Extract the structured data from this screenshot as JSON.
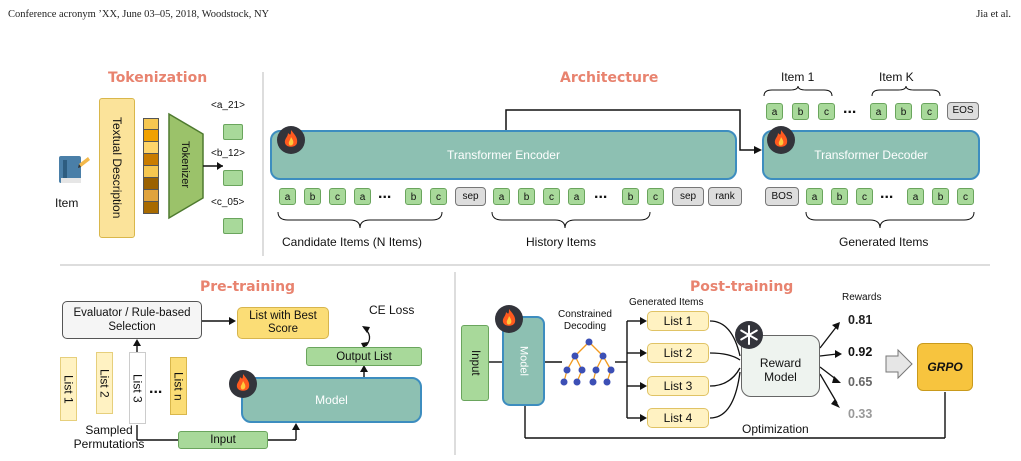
{
  "header": {
    "left": "Conference acronym ’XX, June 03–05, 2018, Woodstock, NY",
    "right": "Jia et al."
  },
  "sections": {
    "tokenization": "Tokenization",
    "architecture": "Architecture",
    "pretraining": "Pre-training",
    "posttraining": "Post-training"
  },
  "tokenization": {
    "item_label": "Item",
    "textual_description": "Textual Description",
    "tokenizer": "Tokenizer",
    "codes": [
      "<a_21>",
      "<b_12>",
      "<c_05>"
    ]
  },
  "architecture": {
    "encoder": "Transformer Encoder",
    "decoder": "Transformer Decoder",
    "item1": "Item 1",
    "itemk": "Item K",
    "eos": "EOS",
    "bos": "BOS",
    "sep": "sep",
    "rank": "rank",
    "dots": "...",
    "candidate_label": "Candidate Items (N Items)",
    "history_label": "History Items",
    "generated_label": "Generated Items",
    "tok_a": "a",
    "tok_b": "b",
    "tok_c": "c"
  },
  "pretraining": {
    "evaluator": "Evaluator / Rule-based Selection",
    "best": "List with Best Score",
    "ce_loss": "CE Loss",
    "output_list": "Output List",
    "model": "Model",
    "input": "Input",
    "lists": [
      "List 1",
      "List 2",
      "List 3",
      "List n"
    ],
    "sampled": "Sampled Permutations"
  },
  "posttraining": {
    "input": "Input",
    "model": "Model",
    "constrained": "Constrained Decoding",
    "generated_items": "Generated Items",
    "lists": [
      "List 1",
      "List 2",
      "List 3",
      "List 4"
    ],
    "reward_model": "Reward Model",
    "rewards_title": "Rewards",
    "rewards": [
      "0.81",
      "0.92",
      "0.65",
      "0.33"
    ],
    "grpo": "GRPO",
    "optimization": "Optimization"
  }
}
